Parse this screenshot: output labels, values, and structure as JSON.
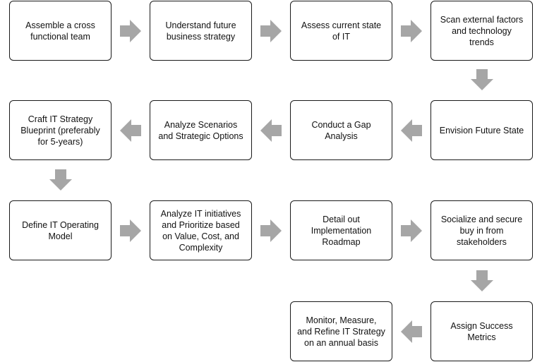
{
  "steps": [
    {
      "id": "assemble-team",
      "label": "Assemble a cross\nfunctional team"
    },
    {
      "id": "understand-strategy",
      "label": "Understand future\nbusiness strategy"
    },
    {
      "id": "assess-current-state",
      "label": "Assess current state\nof IT"
    },
    {
      "id": "scan-external-factors",
      "label": "Scan external factors\nand technology\ntrends"
    },
    {
      "id": "envision-future-state",
      "label": "Envision Future State"
    },
    {
      "id": "gap-analysis",
      "label": "Conduct a Gap\nAnalysis"
    },
    {
      "id": "analyze-scenarios",
      "label": "Analyze Scenarios\nand Strategic Options"
    },
    {
      "id": "craft-blueprint",
      "label": "Craft IT Strategy\nBlueprint (preferably\nfor 5-years)"
    },
    {
      "id": "define-operating-model",
      "label": "Define IT Operating\nModel"
    },
    {
      "id": "prioritize-initiatives",
      "label": "Analyze IT initiatives\nand Prioritize based\non Value, Cost, and\nComplexity"
    },
    {
      "id": "implementation-roadmap",
      "label": "Detail out\nImplementation\nRoadmap"
    },
    {
      "id": "socialize-buy-in",
      "label": "Socialize and secure\nbuy in from\nstakeholders"
    },
    {
      "id": "assign-metrics",
      "label": "Assign Success\nMetrics"
    },
    {
      "id": "monitor-refine",
      "label": "Monitor, Measure,\nand Refine IT Strategy\non an annual basis"
    }
  ],
  "colors": {
    "arrow": "#a6a6a6",
    "border": "#1a1a1a",
    "text": "#111111"
  }
}
